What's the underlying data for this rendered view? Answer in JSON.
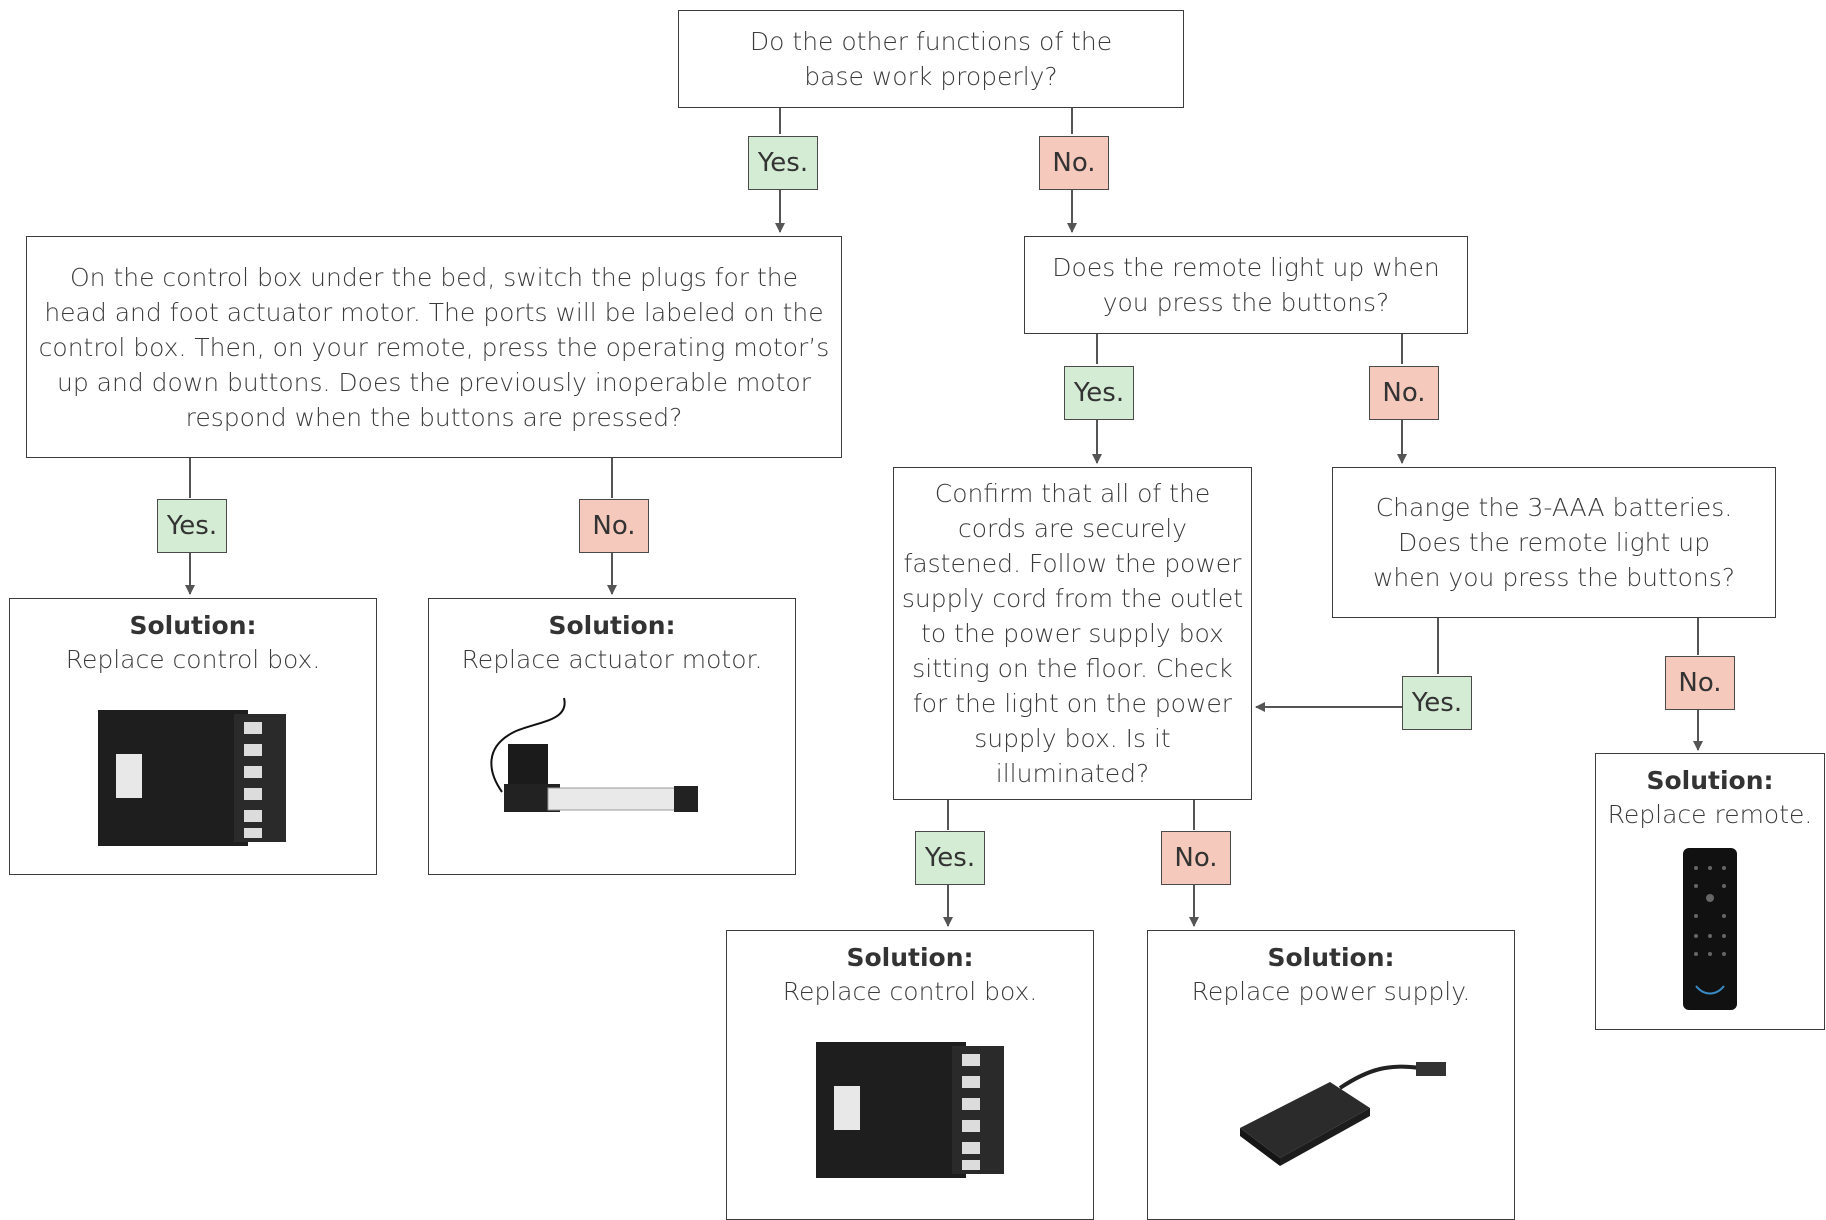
{
  "nodes": {
    "q_other_functions": "Do the other functions of the base work properly?",
    "q_switch_plugs": "On the control box under the bed, switch the plugs for the head and foot actuator motor. The ports will be labeled on the control box. Then, on your remote, press the operating motor’s up and down buttons. Does the previously inoperable motor respond when the buttons are pressed?",
    "q_remote_light": "Does the remote light up when you press the buttons?",
    "q_cords": "Confirm that all of the cords are securely fastened. Follow the power supply cord from the outlet to the power supply box sitting on the floor. Check for the light on the power supply box. Is it illuminated?",
    "q_batteries": "Change the 3-AAA batteries. Does the remote light up when you press the buttons?"
  },
  "labels": {
    "yes": "Yes.",
    "no": "No."
  },
  "solutions": {
    "heading": "Solution:",
    "control_box_1": "Replace control box.",
    "actuator_motor": "Replace actuator motor.",
    "control_box_2": "Replace control box.",
    "power_supply": "Replace power supply.",
    "remote": "Replace remote."
  },
  "colors": {
    "yes_fill": "#d4ecd3",
    "no_fill": "#f5c9bb",
    "line": "#555555"
  }
}
